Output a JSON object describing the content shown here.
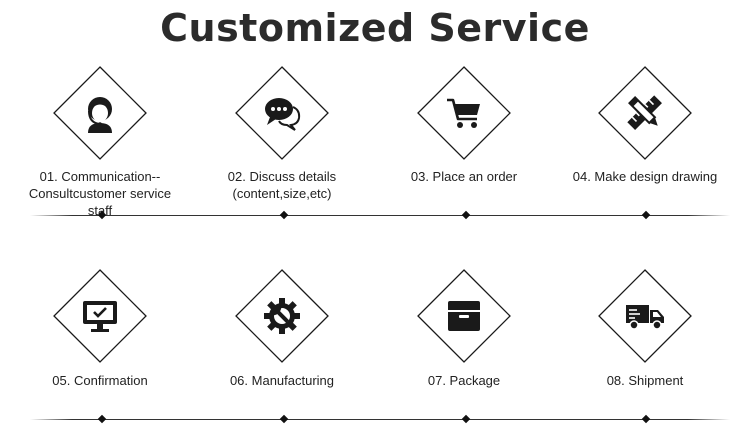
{
  "title": "Customized Service",
  "steps": [
    {
      "label": "01. Communication--\nConsultcustomer service staff",
      "icon": "customer-service-agent-icon"
    },
    {
      "label": "02. Discuss details\n(content,size,etc)",
      "icon": "chat-bubbles-icon"
    },
    {
      "label": "03. Place an order",
      "icon": "shopping-cart-icon"
    },
    {
      "label": "04. Make design drawing",
      "icon": "ruler-pencil-icon"
    },
    {
      "label": "05. Confirmation",
      "icon": "monitor-check-icon"
    },
    {
      "label": "06. Manufacturing",
      "icon": "gear-wrench-icon"
    },
    {
      "label": "07. Package",
      "icon": "package-box-icon"
    },
    {
      "label": "08. Shipment",
      "icon": "delivery-truck-icon"
    }
  ],
  "colors": {
    "text": "#222222",
    "line": "#333333",
    "icon": "#1a1a1a"
  }
}
